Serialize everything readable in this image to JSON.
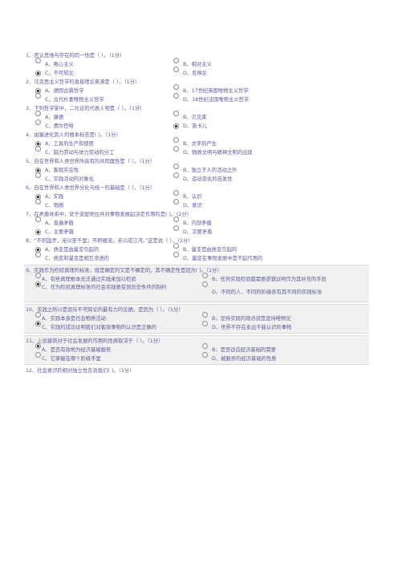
{
  "questions": [
    {
      "title": "1、否认思维与存在的同一性是（ ）。（1分）",
      "options": [
        "A、唯心主义",
        "B、相对主义",
        "C、不可知论",
        "D、反映论"
      ],
      "selected": 2
    },
    {
      "title": "2、马克思主义哲学的直接理论来源是（ ）。（1分）",
      "options": [
        "A、德国古典哲学",
        "B、17世纪英国唯物主义哲学",
        "C、古代朴素唯物主义哲学",
        "D、18世纪法国唯物主义哲学"
      ],
      "selected": 0
    },
    {
      "title": "3、下列哲学家中，二元论的代表人物是（ ）。（1分）",
      "options": [
        "A、康德",
        "B、贝克莱",
        "C、费尔巴哈",
        "D、笛卡儿"
      ],
      "selected": 3
    },
    {
      "title": "4、由猿进化到人的根本标志是( )。（1分）",
      "options": [
        "A、工具的生产和使用",
        "B、文字的产生",
        "C、脑力劳动与体力劳动的分工",
        "D、物质文明与精神文明的出现"
      ],
      "selected": 0
    },
    {
      "title": "5、自在世界和人类世界所具有的共同属性是（ ）。（1分）",
      "options": [
        "A、客观实在性",
        "B、独立于人的活动之外",
        "C、实践活动的对象化",
        "D、运动变化的自发性"
      ],
      "selected": 0
    },
    {
      "title": "6、自在世界和人类世界分化与统一的基础是（ ）。（1分）",
      "options": [
        "A、实践",
        "B、认识",
        "C、物质",
        "D、意识"
      ],
      "selected": 0
    },
    {
      "title": "7、在矛盾体系中，处于支配地位并对事物发展起决定作用的是( )。（1分）",
      "options": [
        "A、普遍矛盾",
        "B、内部矛盾",
        "C、主要矛盾",
        "D、次要矛盾"
      ],
      "selected": 2
    },
    {
      "title": "8、“不积跬步，无以至千里；不积细流，无以成江河。”这是说（ ）。（1分）",
      "options": [
        "A、质变是由量变引起的",
        "B、量变是由质变引起的",
        "C、质变和量变是相互渗透的",
        "D、量变在事物发展中是不起作用的"
      ],
      "selected": 0
    },
    {
      "title": "9、实践作为检验真理的标准，既是确定的又是不确定的，其不确定性是因为( )。（1分）",
      "options": [
        "A、有些真理根本无法通过实践来加以检验",
        "B、任何实践检验都需要逻辑证明作为其补充的手段",
        "C、作为检验真理标准的社会实践要受到历史条件的制约",
        "D、不同的人，不同的阶级各有其不同的实践标准"
      ],
      "selected": 2
    },
    {
      "title": "10、实践之所以是驳斥不可知论的最有力的论据，是因为（ ）。（1分）",
      "options": [
        "A、实践本身是社会物质活动",
        "B、坚持实践的观点就是坚持唯物论",
        "C、实践的成功证明我们对客观事物的认识是正确的",
        "D、世界不存在永远不能认识的事物"
      ],
      "selected": 2
    },
    {
      "title": "11、上层建筑对于社会发展的作用的性质取决于（ ）。（1分）",
      "options": [
        "A、是否有效地为经济基础服务",
        "B、是否适应经济基础的需要",
        "C、它掌握在哪个阶级手里",
        "D、被服务的经济基础的性质"
      ],
      "selected": 0
    },
    {
      "title": "12、社会意识的相对独立性告诉我们( )。（1分）",
      "options": [],
      "selected": -1
    }
  ]
}
